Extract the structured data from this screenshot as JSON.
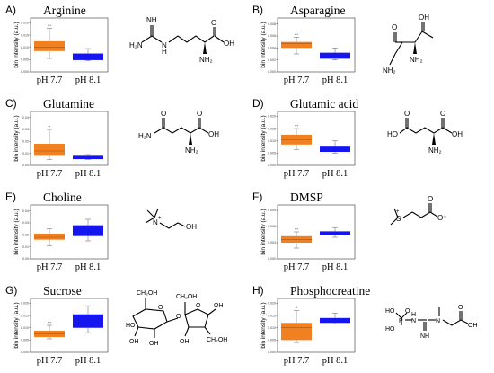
{
  "colors": {
    "ph77": "#f08020",
    "ph81": "#1515f0"
  },
  "ylabel": "bin intensity (a.u.)",
  "groups": [
    "pH 7.7",
    "pH 8.1"
  ],
  "panels": [
    {
      "letter": "A)",
      "title": "Arginine",
      "yticks": [
        "0.000",
        "0.005",
        "0.010",
        "0.015",
        "0.020"
      ],
      "ymax": 0.022,
      "boxes": [
        {
          "group": "pH 7.7",
          "min": 0.0055,
          "q1": 0.0085,
          "median": 0.01,
          "q3": 0.0125,
          "max": 0.0178,
          "stars": "***"
        },
        {
          "group": "pH 8.1",
          "min": 0.0045,
          "q1": 0.0048,
          "median": 0.006,
          "q3": 0.0075,
          "max": 0.0095,
          "stars": ""
        }
      ],
      "atoms": {
        "nh": "NH",
        "h2n": "H₂N",
        "h": "H",
        "n": "N",
        "oh": "OH",
        "o": "O",
        "nh2": "NH₂"
      }
    },
    {
      "letter": "B)",
      "title": "Asparagine",
      "yticks": [
        "0.000",
        "0.002",
        "0.004",
        "0.006",
        "0.008"
      ],
      "ymax": 0.009,
      "boxes": [
        {
          "group": "pH 7.7",
          "min": 0.003,
          "q1": 0.004,
          "median": 0.0047,
          "q3": 0.005,
          "max": 0.0058,
          "stars": "***"
        },
        {
          "group": "pH 8.1",
          "min": 0.002,
          "q1": 0.0022,
          "median": 0.0028,
          "q3": 0.0032,
          "max": 0.004,
          "stars": ""
        }
      ],
      "atoms": {
        "o": "O",
        "oh": "OH",
        "nh2a": "NH₂",
        "nh2b": "NH₂"
      }
    },
    {
      "letter": "C)",
      "title": "Glutamine",
      "yticks": [
        "0.00",
        "0.01",
        "0.02",
        "0.03",
        "0.04"
      ],
      "ymax": 0.045,
      "boxes": [
        {
          "group": "pH 7.7",
          "min": 0.005,
          "q1": 0.008,
          "median": 0.012,
          "q3": 0.018,
          "max": 0.03,
          "stars": "**"
        },
        {
          "group": "pH 8.1",
          "min": 0.005,
          "q1": 0.0052,
          "median": 0.007,
          "q3": 0.008,
          "max": 0.009,
          "stars": ""
        }
      ],
      "atoms": {
        "o1": "O",
        "h2n": "H₂N",
        "o2": "O",
        "oh": "OH",
        "nh2": "NH₂"
      }
    },
    {
      "letter": "D)",
      "title": "Glutamic acid",
      "yticks": [
        "0.000",
        "0.005",
        "0.010",
        "0.015",
        "0.020"
      ],
      "ymax": 0.022,
      "boxes": [
        {
          "group": "pH 7.7",
          "min": 0.0065,
          "q1": 0.0085,
          "median": 0.0105,
          "q3": 0.0125,
          "max": 0.015,
          "stars": "***"
        },
        {
          "group": "pH 8.1",
          "min": 0.005,
          "q1": 0.0055,
          "median": 0.0068,
          "q3": 0.008,
          "max": 0.01,
          "stars": ""
        }
      ],
      "atoms": {
        "o1": "O",
        "ho": "HO",
        "o2": "O",
        "oh": "OH",
        "nh2": "NH₂"
      }
    },
    {
      "letter": "E)",
      "title": "Choline",
      "yticks": [
        "0.00",
        "0.01",
        "0.02",
        "0.03",
        "0.04"
      ],
      "ymax": 0.045,
      "boxes": [
        {
          "group": "pH 7.7",
          "min": 0.011,
          "q1": 0.016,
          "median": 0.018,
          "q3": 0.021,
          "max": 0.025,
          "stars": "**"
        },
        {
          "group": "pH 8.1",
          "min": 0.015,
          "q1": 0.019,
          "median": 0.023,
          "q3": 0.028,
          "max": 0.033,
          "stars": ""
        }
      ],
      "atoms": {
        "n": "N",
        "plus": "+",
        "oh": "OH"
      }
    },
    {
      "letter": "F)",
      "title": "DMSP",
      "yticks": [
        "0.000",
        "0.003",
        "0.006",
        "0.009"
      ],
      "ymax": 0.01,
      "boxes": [
        {
          "group": "pH 7.7",
          "min": 0.002,
          "q1": 0.003,
          "median": 0.0036,
          "q3": 0.0042,
          "max": 0.005,
          "stars": "***"
        },
        {
          "group": "pH 8.1",
          "min": 0.004,
          "q1": 0.0045,
          "median": 0.0048,
          "q3": 0.0051,
          "max": 0.0058,
          "stars": ""
        }
      ],
      "atoms": {
        "s": "S",
        "plus": "+",
        "o": "O",
        "ominus": "O⁻"
      }
    },
    {
      "letter": "G)",
      "title": "Sucrose",
      "yticks": [
        "0.000",
        "0.005",
        "0.010",
        "0.015",
        "0.020"
      ],
      "ymax": 0.022,
      "boxes": [
        {
          "group": "pH 7.7",
          "min": 0.0055,
          "q1": 0.0062,
          "median": 0.0075,
          "q3": 0.0088,
          "max": 0.011,
          "stars": "***"
        },
        {
          "group": "pH 8.1",
          "min": 0.008,
          "q1": 0.01,
          "median": 0.013,
          "q3": 0.0155,
          "max": 0.019,
          "stars": ""
        }
      ],
      "atoms": {
        "ch2oh1": "CH₂OH",
        "ch2oh2": "CH₂OH",
        "o1": "O",
        "o2": "O",
        "o3": "O",
        "ho": "HO",
        "oh1": "OH",
        "oh2": "OH",
        "oh3": "OH",
        "oh4": "OH",
        "ch2oh3": "CH₂OH"
      }
    },
    {
      "letter": "H)",
      "title": "Phosphocreatine",
      "yticks": [
        "0.000",
        "0.005",
        "0.010",
        "0.015",
        "0.020"
      ],
      "ymax": 0.022,
      "boxes": [
        {
          "group": "pH 7.7",
          "min": 0.004,
          "q1": 0.005,
          "median": 0.01,
          "q3": 0.012,
          "max": 0.017,
          "stars": "**"
        },
        {
          "group": "pH 8.1",
          "min": 0.0115,
          "q1": 0.012,
          "median": 0.013,
          "q3": 0.014,
          "max": 0.016,
          "stars": ""
        }
      ],
      "atoms": {
        "hoa": "HO",
        "hob": "HO",
        "p": "P",
        "o": "O",
        "h": "H",
        "n1": "N",
        "n2": "N",
        "nh": "NH",
        "o2": "O",
        "oh": "OH"
      }
    }
  ],
  "chart_data": [
    {
      "type": "box",
      "title": "Arginine",
      "ylabel": "bin intensity (a.u.)",
      "categories": [
        "pH 7.7",
        "pH 8.1"
      ],
      "ylim": [
        0,
        0.022
      ]
    },
    {
      "type": "box",
      "title": "Asparagine",
      "ylabel": "bin intensity (a.u.)",
      "categories": [
        "pH 7.7",
        "pH 8.1"
      ],
      "ylim": [
        0,
        0.009
      ]
    },
    {
      "type": "box",
      "title": "Glutamine",
      "ylabel": "bin intensity (a.u.)",
      "categories": [
        "pH 7.7",
        "pH 8.1"
      ],
      "ylim": [
        0,
        0.045
      ]
    },
    {
      "type": "box",
      "title": "Glutamic acid",
      "ylabel": "bin intensity (a.u.)",
      "categories": [
        "pH 7.7",
        "pH 8.1"
      ],
      "ylim": [
        0,
        0.022
      ]
    },
    {
      "type": "box",
      "title": "Choline",
      "ylabel": "bin intensity (a.u.)",
      "categories": [
        "pH 7.7",
        "pH 8.1"
      ],
      "ylim": [
        0,
        0.045
      ]
    },
    {
      "type": "box",
      "title": "DMSP",
      "ylabel": "bin intensity (a.u.)",
      "categories": [
        "pH 7.7",
        "pH 8.1"
      ],
      "ylim": [
        0,
        0.01
      ]
    },
    {
      "type": "box",
      "title": "Sucrose",
      "ylabel": "bin intensity (a.u.)",
      "categories": [
        "pH 7.7",
        "pH 8.1"
      ],
      "ylim": [
        0,
        0.022
      ]
    },
    {
      "type": "box",
      "title": "Phosphocreatine",
      "ylabel": "bin intensity (a.u.)",
      "categories": [
        "pH 7.7",
        "pH 8.1"
      ],
      "ylim": [
        0,
        0.022
      ]
    }
  ]
}
